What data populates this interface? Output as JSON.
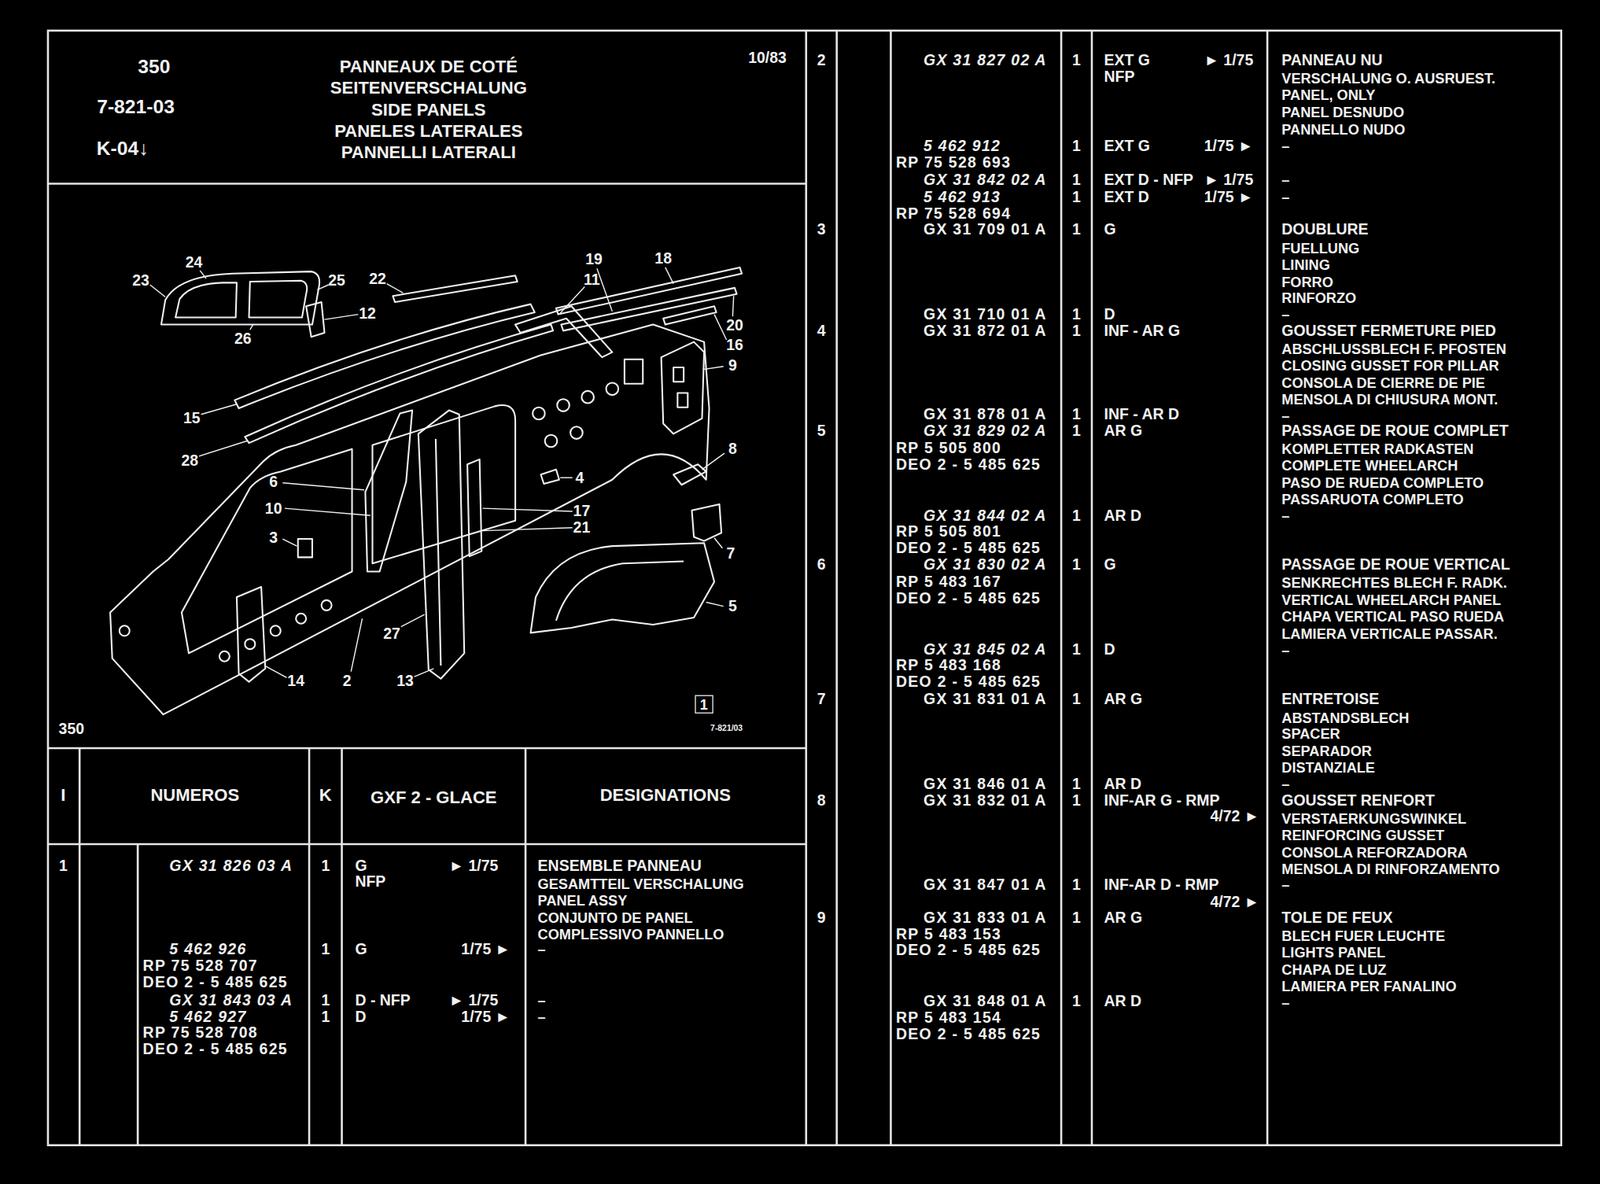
{
  "diagram": {
    "title": "PANNEAUX DE COTÉ SEITENVERSCHALUNG SIDE PANELS PANELES LATERALES PANNELLI LATERALI",
    "nodes": [
      {
        "text": [
          "350",
          "7-821-03",
          "K-04↓",
          "10/83"
        ]
      },
      {
        "text": [
          "350",
          "7-821/03"
        ]
      },
      {
        "text": [
          "1"
        ],
        "in": 1
      }
    ],
    "labels": [
      "24",
      "23",
      "25",
      "22",
      "19",
      "18",
      "11",
      "12",
      "26",
      "20",
      "16",
      "9",
      "15",
      "28",
      "8",
      "6",
      "4",
      "10",
      "17",
      "21",
      "3",
      "7",
      "5",
      "27",
      "14",
      "2",
      "13",
      "I",
      "NUMEROS",
      "K",
      "GXF 2 - GLACE",
      "DESIGNATIONS",
      "1",
      "GX 31 826 03 A",
      "1",
      "G",
      "► 1/75",
      "NFP",
      "ENSEMBLE PANNEAU",
      "GESAMTTEIL VERSCHALUNG",
      "PANEL ASSY",
      "CONJUNTO DE PANEL",
      "COMPLESSIVO PANNELLO",
      "5 462 926",
      "1",
      "G",
      "1/75 ►",
      "–",
      "RP 75 528 707",
      "DEO 2 - 5 485 625",
      "GX 31 843 03 A",
      "1",
      "D - NFP",
      "► 1/75",
      "–",
      "5 462 927",
      "1",
      "D",
      "1/75 ►",
      "–",
      "RP 75 528 708",
      "DEO 2 - 5 485 625",
      "2",
      "GX 31 827 02 A",
      "1",
      "EXT G",
      "► 1/75",
      "NFP",
      "PANNEAU NU",
      "VERSCHALUNG O. AUSRUEST.",
      "PANEL, ONLY",
      "PANEL DESNUDO",
      "PANNELLO NUDO",
      "5 462 912",
      "1",
      "EXT G",
      "1/75 ►",
      "–",
      "RP 75 528 693",
      "GX 31 842 02 A",
      "1",
      "EXT D - NFP",
      "► 1/75",
      "–",
      "5 462 913",
      "1",
      "EXT D",
      "1/75 ►",
      "–",
      "RP 75 528 694",
      "3",
      "GX 31 709 01 A",
      "1",
      "G",
      "DOUBLURE",
      "FUELLUNG",
      "LINING",
      "FORRO",
      "RINFORZO",
      "–",
      "GX 31 710 01 A",
      "1",
      "D",
      "4",
      "GX 31 872 01 A",
      "1",
      "INF - AR G",
      "GOUSSET FERMETURE PIED",
      "ABSCHLUSSBLECH F. PFOSTEN",
      "CLOSING GUSSET FOR PILLAR",
      "CONSOLA DE CIERRE DE PIE",
      "MENSOLA DI CHIUSURA MONT.",
      "–",
      "GX 31 878 01 A",
      "1",
      "INF - AR D",
      "5",
      "GX 31 829 02 A",
      "1",
      "AR G",
      "PASSAGE DE ROUE COMPLET",
      "KOMPLETTER RADKASTEN",
      "COMPLETE WHEELARCH",
      "PASO DE RUEDA COMPLETO",
      "PASSARUOTA COMPLETO",
      "–",
      "RP 5 505 800",
      "DEO 2 - 5 485 625",
      "GX 31 844 02 A",
      "1",
      "AR D",
      "RP 5 505 801",
      "DEO 2 - 5 485 625",
      "6",
      "GX 31 830 02 A",
      "1",
      "G",
      "PASSAGE DE ROUE VERTICAL",
      "SENKRECHTES BLECH F. RADK.",
      "VERTICAL WHEELARCH PANEL",
      "CHAPA VERTICAL PASO RUEDA",
      "LAMIERA VERTICALE PASSAR.",
      "–",
      "RP 5 483 167",
      "DEO 2 - 5 485 625",
      "GX 31 845 02 A",
      "1",
      "D",
      "RP 5 483 168",
      "DEO 2 - 5 485 625",
      "7",
      "GX 31 831 01 A",
      "1",
      "AR G",
      "ENTRETOISE",
      "ABSTANDSBLECH",
      "SPACER",
      "SEPARADOR",
      "DISTANZIALE",
      "–",
      "GX 31 846 01 A",
      "1",
      "AR D",
      "8",
      "GX 31 832 01 A",
      "1",
      "INF-AR G - RMP",
      "4/72 ►",
      "GOUSSET RENFORT",
      "VERSTAERKUNGSWINKEL",
      "REINFORCING GUSSET",
      "CONSOLA REFORZADORA",
      "MENSOLA DI RINFORZAMENTO",
      "–",
      "GX 31 847 01 A",
      "1",
      "INF-AR D - RMP",
      "4/72 ►",
      "9",
      "GX 31 833 01 A",
      "1",
      "AR G",
      "TOLE DE FEUX",
      "BLECH FUER LEUCHTE",
      "LIGHTS PANEL",
      "CHAPA DE LUZ",
      "LAMIERA PER FANALINO",
      "–",
      "RP 5 483 153",
      "DEO 2 - 5 485 625",
      "GX 31 848 01 A",
      "1",
      "AR D",
      "RP 5 483 154",
      "DEO 2 - 5 485 625"
    ]
  }
}
